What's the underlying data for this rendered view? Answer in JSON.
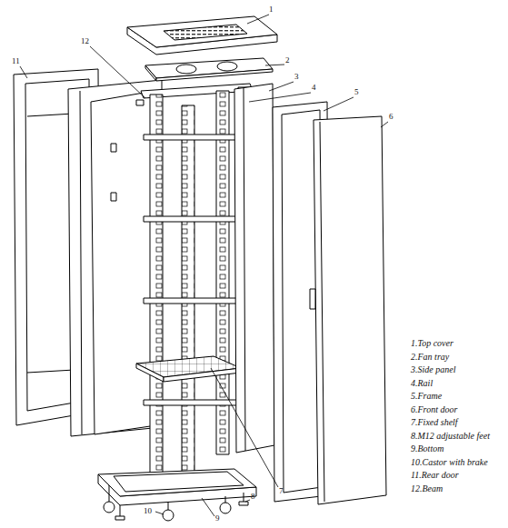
{
  "diagram": {
    "labels": [
      "1",
      "2",
      "3",
      "4",
      "5",
      "6",
      "7",
      "8",
      "9",
      "10",
      "11",
      "12",
      "1.Top cover",
      "2.Fan tray",
      "3.Side panel",
      "4.Rail",
      "5.Frame",
      "6.Front door",
      "7.Fixed shelf",
      "8.M12 adjustable feet",
      "9.Bottom",
      "10.Castor with brake",
      "11.Rear door",
      "12.Beam"
    ]
  }
}
